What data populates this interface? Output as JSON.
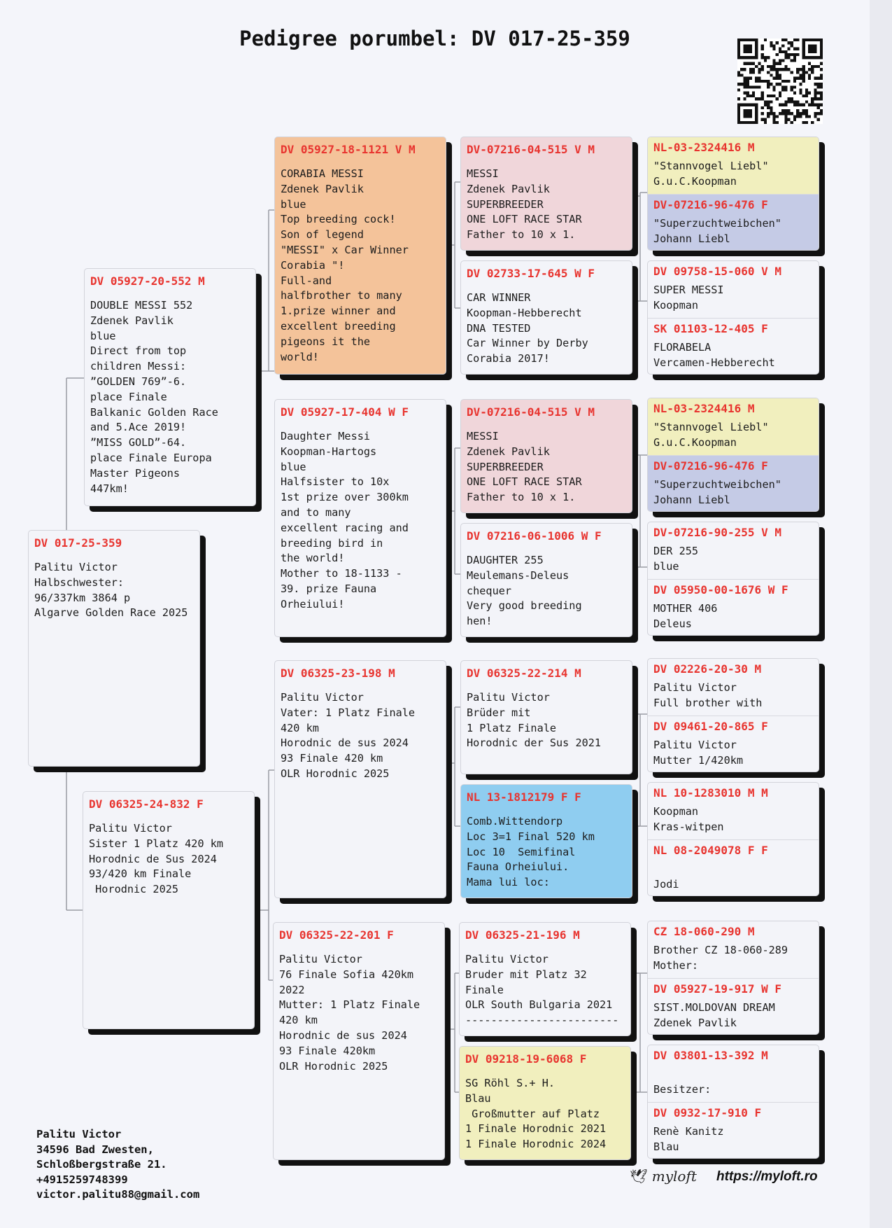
{
  "header": {
    "title": "Pedigree porumbel: DV 017-25-359"
  },
  "cards": {
    "main": {
      "id": "DV 017-25-359",
      "text": "Palitu Victor\nHalbschwester:\n96/337km 3864 p\nAlgarve Golden Race 2025"
    },
    "father": {
      "id": "DV 05927-20-552 M",
      "text": "DOUBLE MESSI 552\nZdenek Pavlik\nblue\nDirect from top\nchildren Messi:\n”GOLDEN 769”-6.\nplace Finale\nBalkanic Golden Race\nand 5.Ace 2019!\n”MISS GOLD”-64.\nplace Finale Europa\nMaster Pigeons\n447km!"
    },
    "mother": {
      "id": "DV 06325-24-832 F",
      "text": "Palitu Victor\nSister 1 Platz 420 km\nHorodnic de Sus 2024\n93/420 km Finale\n Horodnic 2025"
    },
    "ff": {
      "id": "DV 05927-18-1121 V M",
      "text": "CORABIA MESSI\nZdenek Pavlik\nblue\nTop breeding cock!\nSon of legend\n\"MESSI\" x Car Winner\nCorabia \"!\nFull-and\nhalfbrother to many\n1.prize winner and\nexcellent breeding\npigeons it the\nworld!"
    },
    "fm": {
      "id": "DV 05927-17-404 W F",
      "text": "Daughter Messi\nKoopman-Hartogs\nblue\nHalfsister to 10x\n1st prize over 300km\nand to many\nexcellent racing and\nbreeding bird in\nthe world!\nMother to 18-1133 -\n39. prize Fauna\nOrheiului!"
    },
    "mf": {
      "id": "DV 06325-23-198 M",
      "text": "Palitu Victor\nVater: 1 Platz Finale\n420 km\nHorodnic de sus 2024\n93 Finale 420 km\nOLR Horodnic 2025"
    },
    "mm": {
      "id": "DV 06325-22-201 F",
      "text": "Palitu Victor\n76 Finale Sofia 420km\n2022\nMutter: 1 Platz Finale\n420 km\nHorodnic de sus 2024\n93 Finale 420km\nOLR Horodnic 2025"
    },
    "fff": {
      "id": "DV-07216-04-515 V M",
      "text": "MESSI\nZdenek Pavlik\nSUPERBREEDER\nONE LOFT RACE STAR\nFather to 10 x 1."
    },
    "ffm": {
      "id": "DV 02733-17-645 W F",
      "text": "CAR WINNER\nKoopman-Hebberecht\nDNA TESTED\nCar Winner by Derby\nCorabia 2017!"
    },
    "fmf": {
      "id": "DV-07216-04-515 V M",
      "text": "MESSI\nZdenek Pavlik\nSUPERBREEDER\nONE LOFT RACE STAR\nFather to 10 x 1."
    },
    "fmm": {
      "id": "DV 07216-06-1006 W F",
      "text": "DAUGHTER 255\nMeulemans-Deleus\nchequer\nVery good breeding\nhen!"
    },
    "mff": {
      "id": "DV 06325-22-214 M",
      "text": "Palitu Victor\nBrüder mit\n1 Platz Finale\nHorodnic der Sus 2021"
    },
    "mfm": {
      "id": "NL 13-1812179 F F",
      "text": "Comb.Wittendorp\nLoc 3=1 Final 520 km\nLoc 10  Semifinal\nFauna Orheiului.\nMama lui loc:"
    },
    "mmf": {
      "id": "DV 06325-21-196 M",
      "text": "Palitu Victor\nBruder mit Platz 32\nFinale\nOLR South Bulgaria 2021\n------------------------"
    },
    "mmm": {
      "id": "DV 09218-19-6068 F",
      "text": "SG Röhl S.+ H.\nBlau\n Großmutter auf Platz\n1 Finale Horodnic 2021\n1 Finale Horodnic 2024"
    }
  },
  "ancestors": {
    "p1a": {
      "id": "NL-03-2324416 M",
      "text": "\"Stannvogel Liebl\"\nG.u.C.Koopman"
    },
    "p1b": {
      "id": "DV-07216-96-476 F",
      "text": "\"Superzuchtweibchen\"\nJohann Liebl"
    },
    "p2a": {
      "id": "DV 09758-15-060 V M",
      "text": "SUPER MESSI\nKoopman"
    },
    "p2b": {
      "id": "SK 01103-12-405 F",
      "text": "FLORABELA\nVercamen-Hebberecht"
    },
    "p3a": {
      "id": "NL-03-2324416 M",
      "text": "\"Stannvogel Liebl\"\nG.u.C.Koopman"
    },
    "p3b": {
      "id": "DV-07216-96-476 F",
      "text": "\"Superzuchtweibchen\"\nJohann Liebl"
    },
    "p4a": {
      "id": "DV-07216-90-255 V M",
      "text": "DER 255\nblue"
    },
    "p4b": {
      "id": "DV 05950-00-1676 W F",
      "text": "MOTHER 406\nDeleus"
    },
    "p5a": {
      "id": "DV 02226-20-30 M",
      "text": "Palitu Victor\nFull brother with"
    },
    "p5b": {
      "id": "DV 09461-20-865 F",
      "text": "Palitu Victor\nMutter 1/420km"
    },
    "p6a": {
      "id": "NL 10-1283010 M M",
      "text": "Koopman\nKras-witpen"
    },
    "p6b": {
      "id": "NL 08-2049078 F F",
      "text": "\nJodi"
    },
    "p7a": {
      "id": "CZ 18-060-290 M",
      "text": "Brother CZ 18-060-289\nMother:"
    },
    "p7b": {
      "id": "DV 05927-19-917 W F",
      "text": "SIST.MOLDOVAN DREAM\nZdenek Pavlik"
    },
    "p8a": {
      "id": "DV 03801-13-392 M",
      "text": "\nBesitzer:"
    },
    "p8b": {
      "id": "DV 0932-17-910 F",
      "text": "Renè Kanitz\nBlau"
    }
  },
  "footer": {
    "owner": "Palitu Victor\n34596 Bad Zwesten,\nSchloßbergstraße 21.\n+4915259748399\nvictor.palitu88@gmail.com",
    "logo": "myloft",
    "url": "https://myloft.ro"
  },
  "colors": {
    "id_red": "#e8342f",
    "orange": "#f4c39a",
    "pink": "#f0d6da",
    "yellow": "#f1efbe",
    "lavender": "#c5cbe6",
    "cyan": "#8fcdf0"
  }
}
